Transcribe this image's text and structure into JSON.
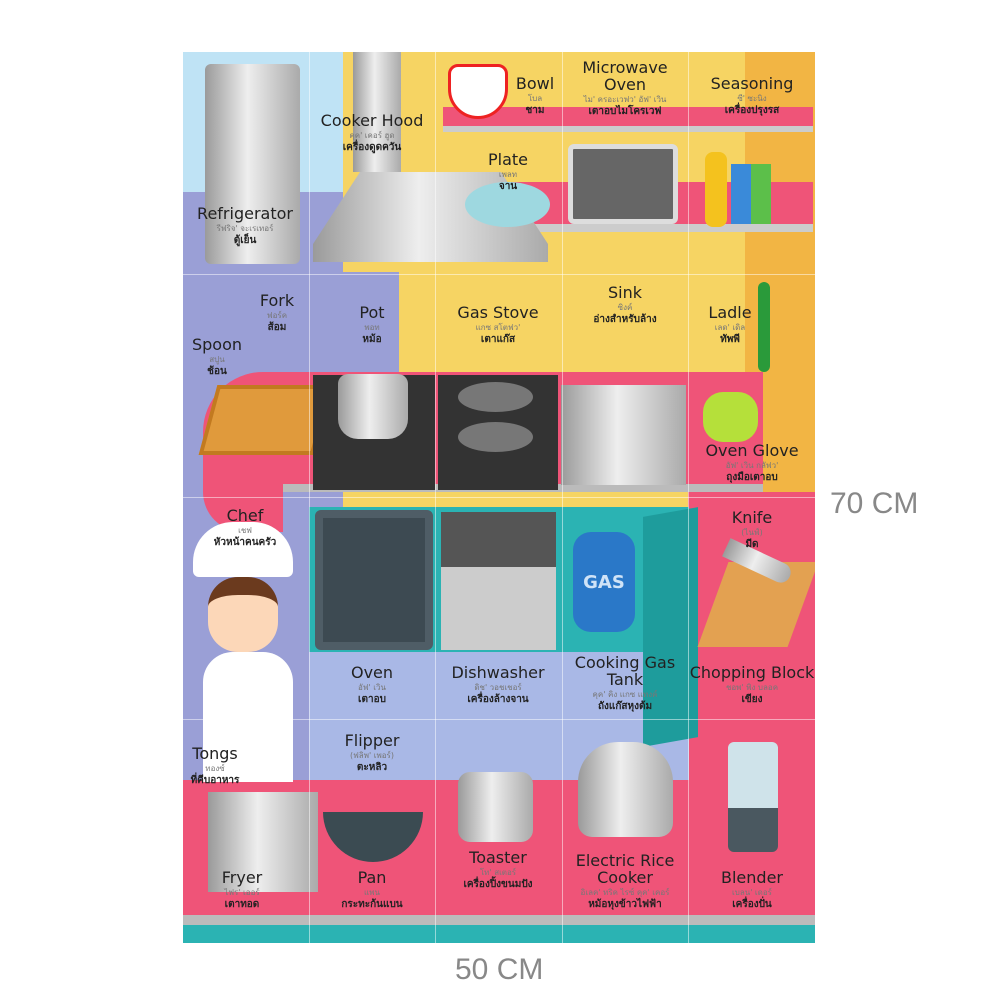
{
  "dimensions": {
    "height": "70 CM",
    "width": "50 CM"
  },
  "colors": {
    "yellow": "#f6d463",
    "pink": "#ef5478",
    "purple": "#9a9fd6",
    "lightblue": "#bfe3f5",
    "teal": "#2bb3b3",
    "orange": "#f2b544"
  },
  "items": [
    {
      "en": "Refrigerator",
      "pr": "รีฟริจ' จะเรเทอร์",
      "th": "ตู้เย็น"
    },
    {
      "en": "Cooker Hood",
      "pr": "คุค' เคอร์ ฮูด",
      "th": "เครื่องดูดควัน"
    },
    {
      "en": "Bowl",
      "pr": "โบล",
      "th": "ชาม"
    },
    {
      "en": "Microwave Oven",
      "pr": "ไม' ครอะเวฟว' อัฟ' เวิน",
      "th": "เตาอบไมโครเวฟ"
    },
    {
      "en": "Seasoning",
      "pr": "ซี' ซะนิง",
      "th": "เครื่องปรุงรส"
    },
    {
      "en": "Plate",
      "pr": "เพลท",
      "th": "จาน"
    },
    {
      "en": "Fork",
      "pr": "ฟอร์ค",
      "th": "ส้อม"
    },
    {
      "en": "Spoon",
      "pr": "สปูน",
      "th": "ช้อน"
    },
    {
      "en": "Pot",
      "pr": "พอท",
      "th": "หม้อ"
    },
    {
      "en": "Gas Stove",
      "pr": "แกซ สโตฟว'",
      "th": "เตาแก๊ส"
    },
    {
      "en": "Sink",
      "pr": "ซิงค์",
      "th": "อ่างสำหรับล้าง"
    },
    {
      "en": "Ladle",
      "pr": "เลด' เดิล",
      "th": "ทัพพี"
    },
    {
      "en": "Oven Glove",
      "pr": "อัฟ' เวิน กลัฟว'",
      "th": "ถุงมือเตาอบ"
    },
    {
      "en": "Chef",
      "pr": "เชฟ",
      "th": "หัวหน้าคนครัว"
    },
    {
      "en": "Oven",
      "pr": "อัฟ' เวิน",
      "th": "เตาอบ"
    },
    {
      "en": "Dishwasher",
      "pr": "ดิช' วอชเชอร์",
      "th": "เครื่องล้างจาน"
    },
    {
      "en": "Cooking Gas Tank",
      "pr": "คุค' คิง แกซ แทงค์",
      "th": "ถังแก๊สหุงต้ม"
    },
    {
      "en": "Knife",
      "pr": "(ไนฟ์)",
      "th": "มีด"
    },
    {
      "en": "Chopping Block",
      "pr": "ชอพ' พิง บลอค",
      "th": "เขียง"
    },
    {
      "en": "Tongs",
      "pr": "ทองซ์",
      "th": "ที่คีบอาหาร"
    },
    {
      "en": "Flipper",
      "pr": "(ฟลิพ' เพอร์)",
      "th": "ตะหลิว"
    },
    {
      "en": "Fryer",
      "pr": "ไฟร' เออร์",
      "th": "เตาทอด"
    },
    {
      "en": "Pan",
      "pr": "แพน",
      "th": "กระทะก้นแบน"
    },
    {
      "en": "Toaster",
      "pr": "โท' สเตอร์",
      "th": "เครื่องปิ้งขนมปัง"
    },
    {
      "en": "Electric Rice Cooker",
      "pr": "อิเลค' ทริค ไรซ์ คุค' เคอร์",
      "th": "หม้อหุงข้าวไฟฟ้า"
    },
    {
      "en": "Blender",
      "pr": "เบลน' เดอร์",
      "th": "เครื่องปั่น"
    }
  ],
  "gas_label": "GAS"
}
